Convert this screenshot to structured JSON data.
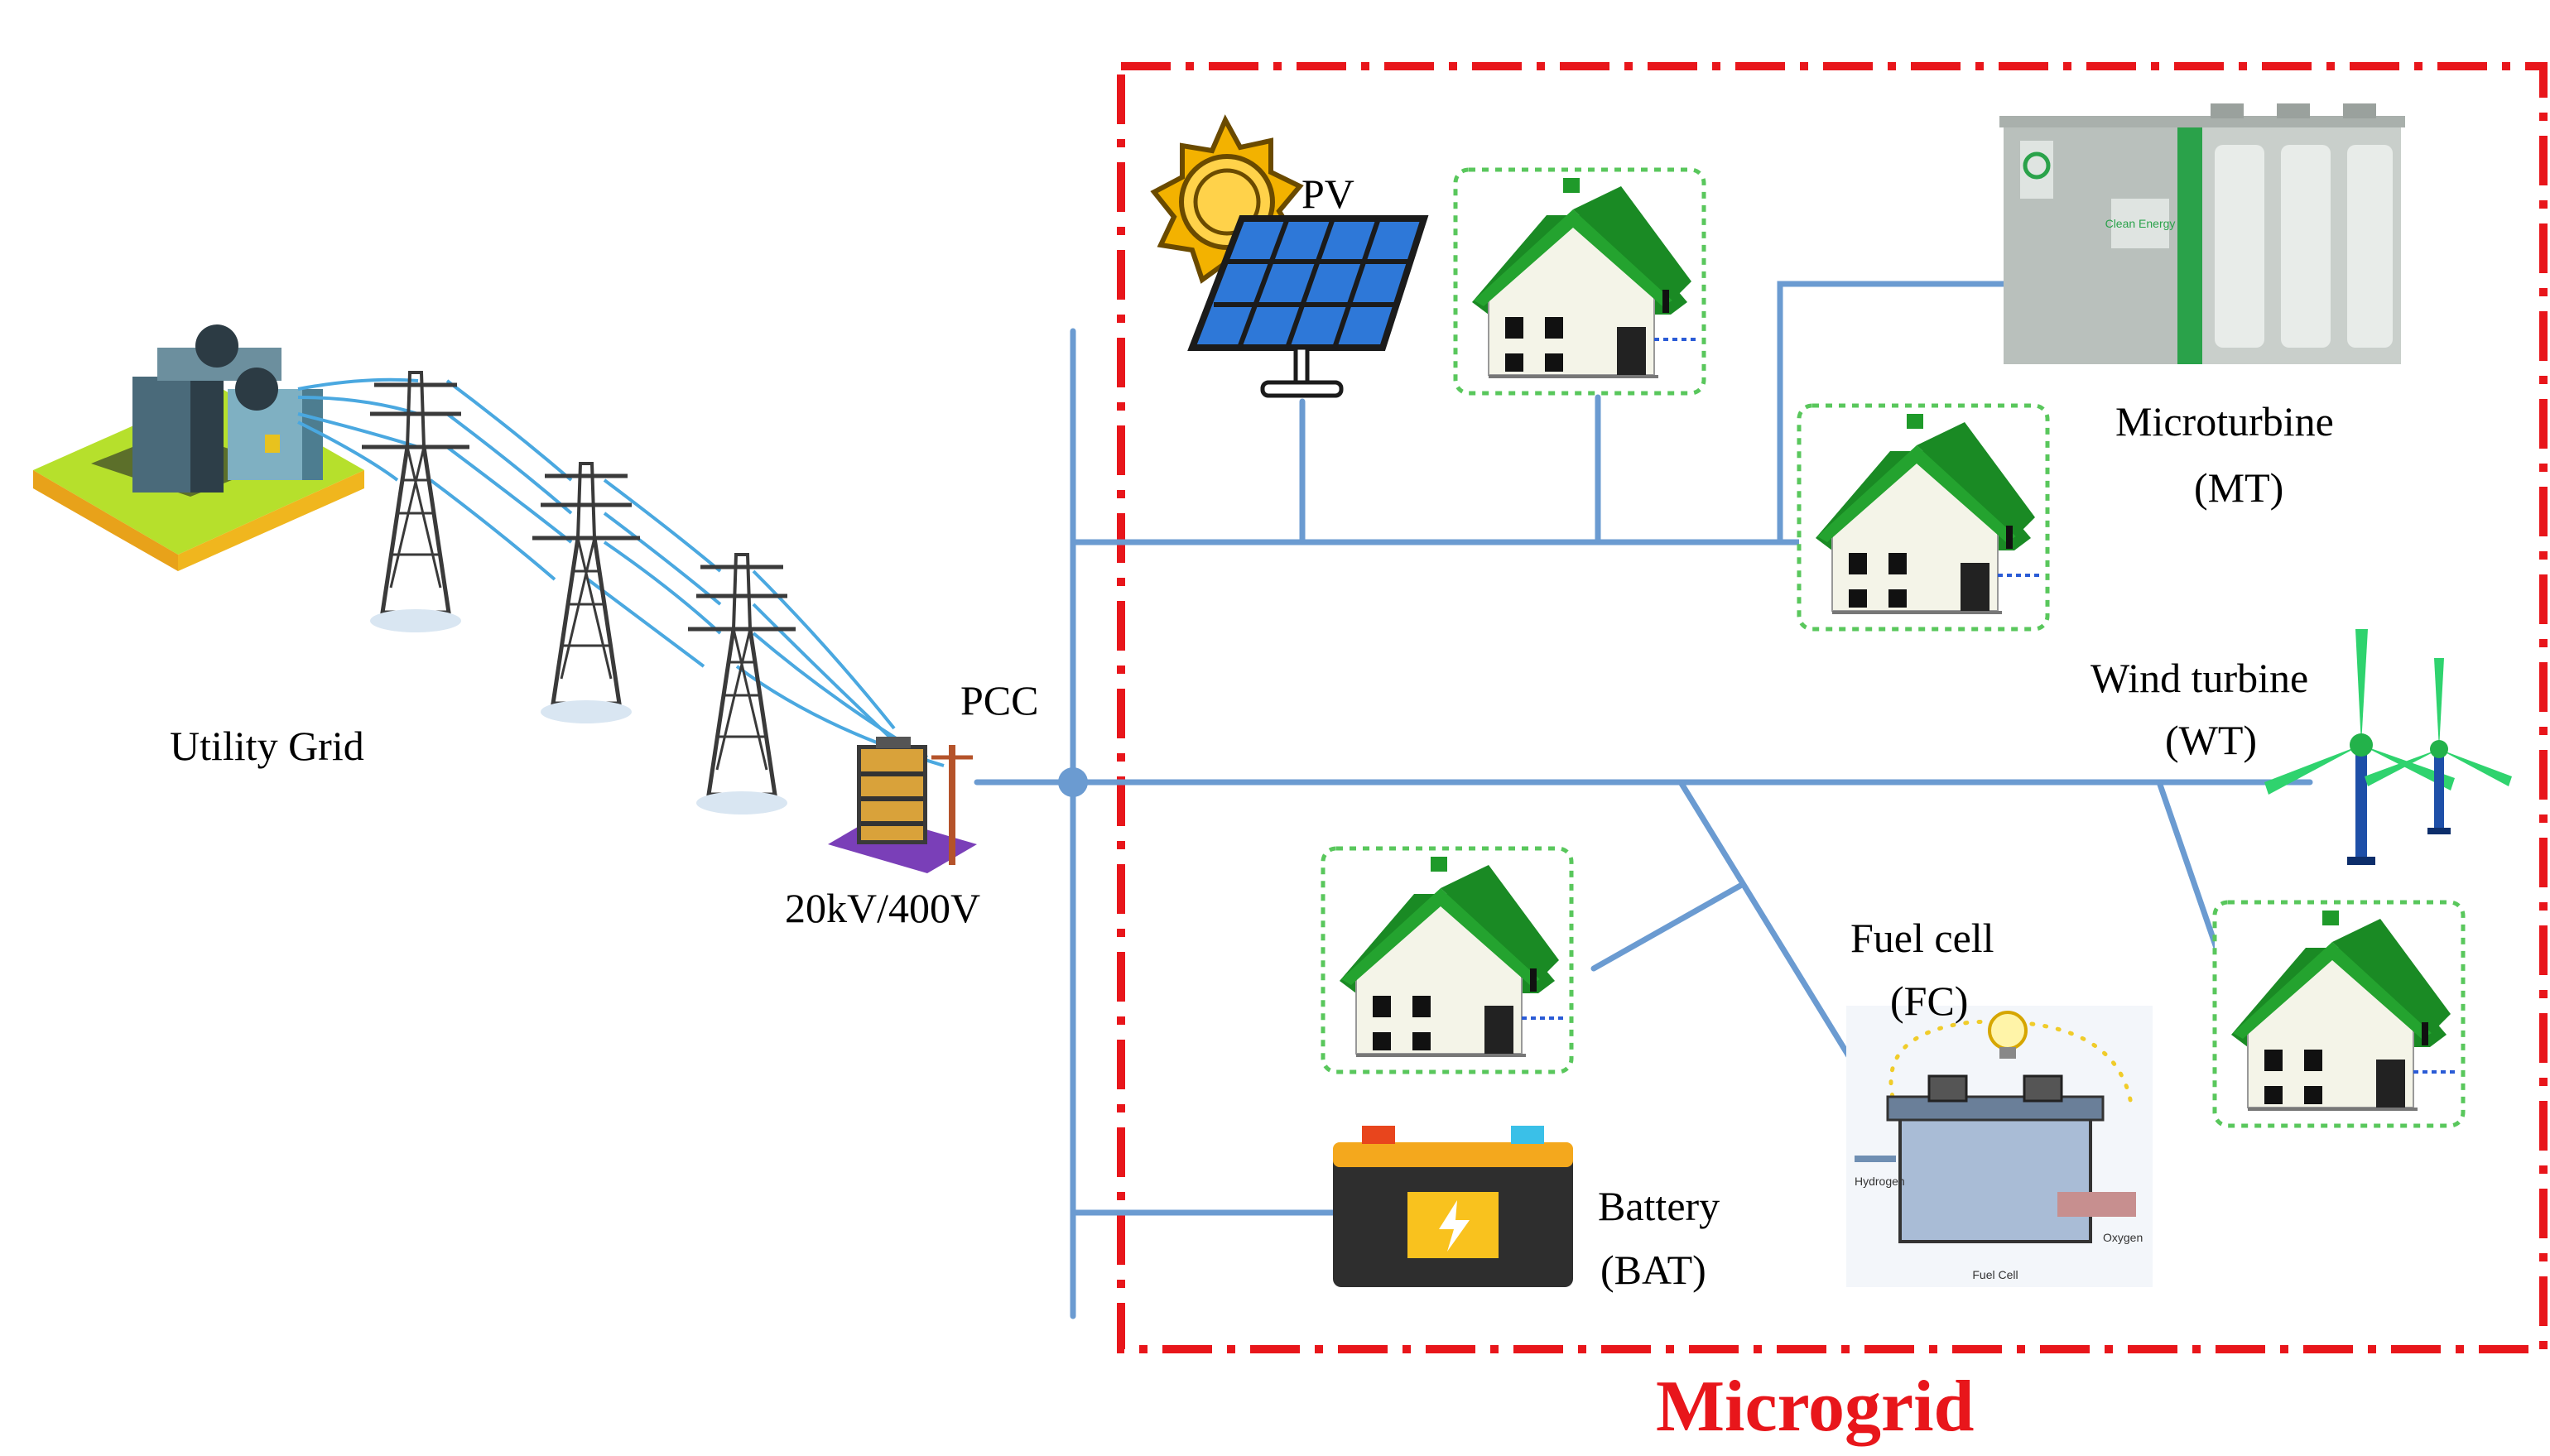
{
  "labels": {
    "utility_grid": "Utility Grid",
    "pcc": "PCC",
    "transformer": "20kV/400V",
    "pv": "PV",
    "microturbine": [
      "Microturbine",
      "(MT)"
    ],
    "wind_turbine": [
      "Wind turbine",
      "(WT)"
    ],
    "fuel_cell": [
      "Fuel cell",
      "(FC)"
    ],
    "battery": [
      "Battery",
      "(BAT)"
    ],
    "microgrid": "Microgrid"
  },
  "fuel_cell_icon_text": {
    "hydrogen": "Hydrogen",
    "oxygen": "Oxygen",
    "caption": "Fuel Cell"
  },
  "microturbine_logo_text": "Clean Energy",
  "colors": {
    "bus_line": "#6b9bd1",
    "microgrid_border": "#e8161b",
    "microgrid_title": "#e8161b",
    "roof": "#1f9a2a",
    "house_border": "#59c75c",
    "transmission_lines": "#4aa8e0"
  }
}
